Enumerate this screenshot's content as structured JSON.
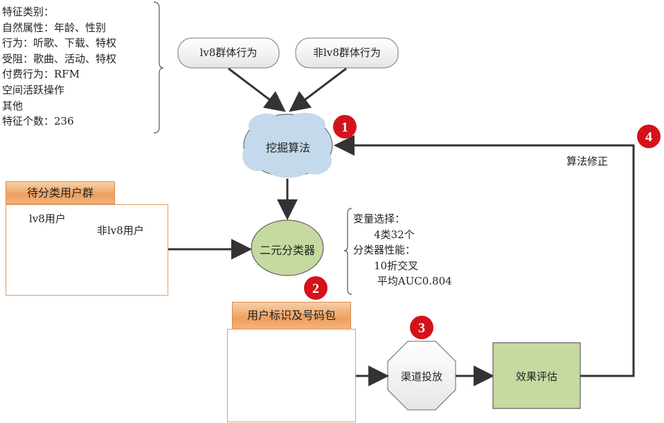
{
  "features": {
    "lines": [
      "特征类别：",
      "自然属性：年龄、性别",
      "行为：听歌、下载、特权",
      "受阻：歌曲、活动、特权",
      "付费行为：RFM",
      "空间活跃操作",
      "其他",
      "特征个数：236"
    ]
  },
  "groups": {
    "lv8": "lv8群体行为",
    "non_lv8": "非lv8群体行为"
  },
  "mining": {
    "label": "挖掘算法"
  },
  "classifier": {
    "label": "二元分类器"
  },
  "pending": {
    "title": "待分类用户群",
    "lv8": "lv8用户",
    "non_lv8": "非lv8用户"
  },
  "classifier_notes": {
    "lines": [
      "变量选择：",
      "　　4类32个",
      "分类器性能：",
      "　　10折交叉",
      "　　 平均AUC0.804"
    ]
  },
  "package": {
    "title": "用户标识及号码包"
  },
  "channel": {
    "label": "渠道投放"
  },
  "evaluation": {
    "label": "效果评估"
  },
  "feedback": {
    "label": "算法修正"
  },
  "badges": [
    "1",
    "2",
    "3",
    "4"
  ],
  "colors": {
    "badge": "#d4121a",
    "blue_user": "#4a90d0",
    "grey_user": "#a0a0a0",
    "orange_user": "#f0ab78",
    "green": "#c6d9a0",
    "cloud": "#c4d9ec"
  }
}
